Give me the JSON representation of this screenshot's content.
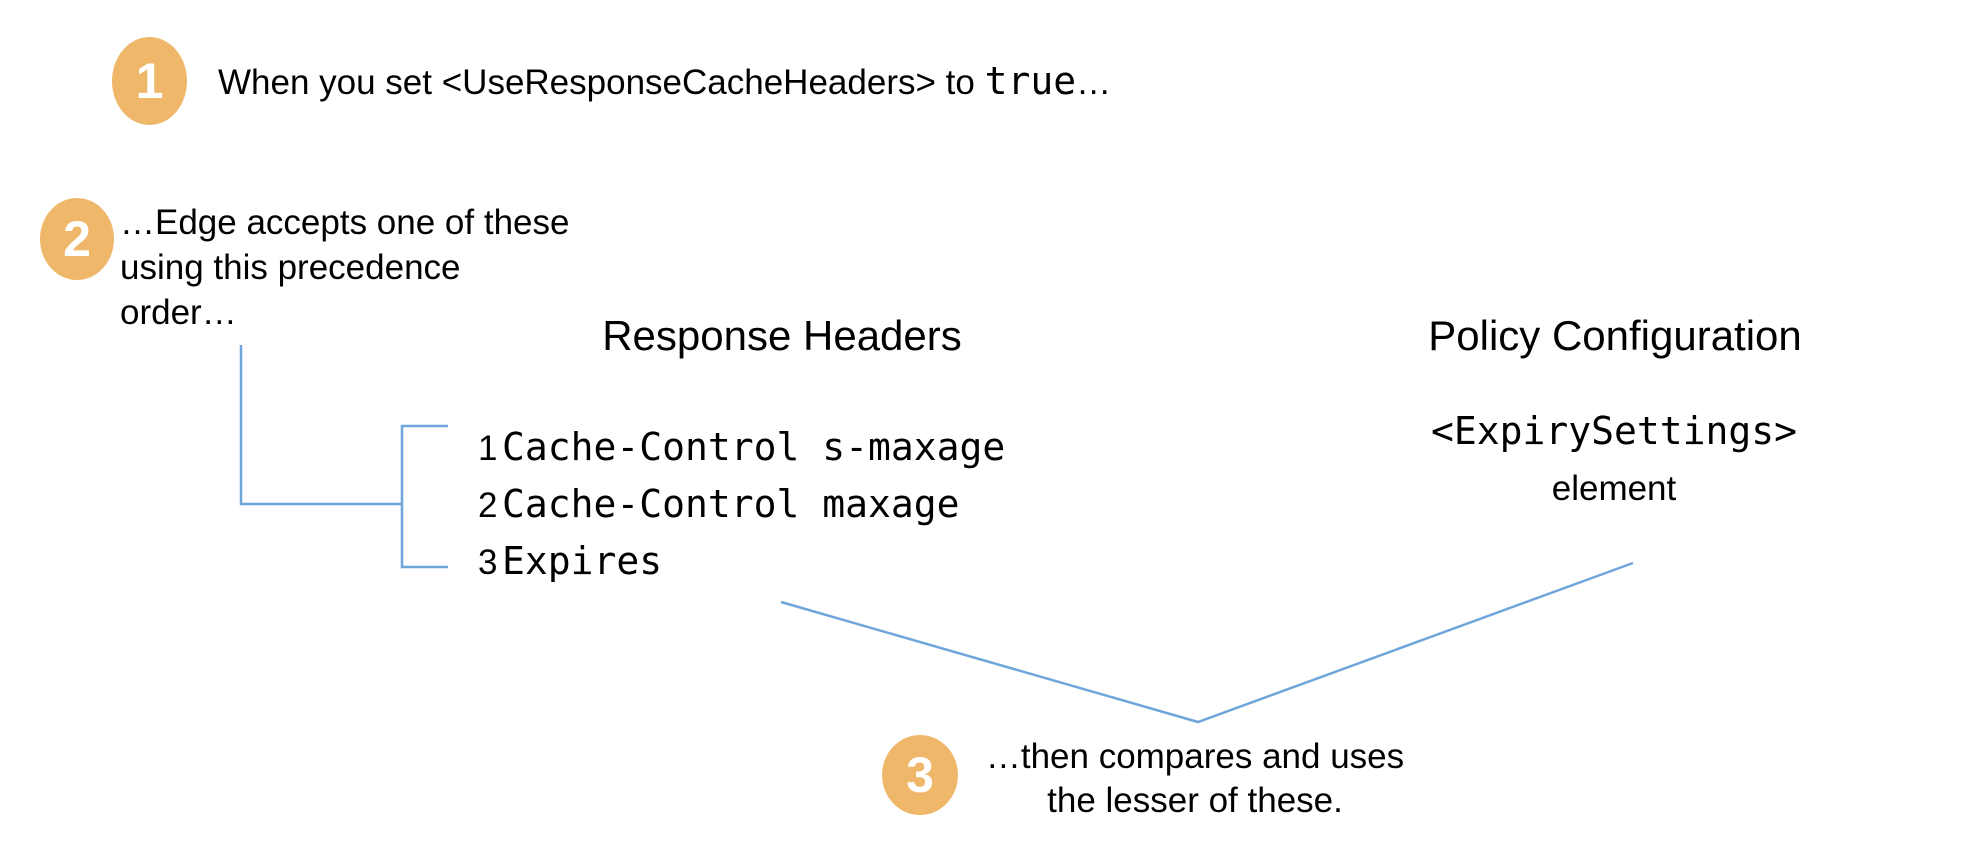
{
  "colors": {
    "accent_orange": "#EFB76A",
    "line_blue": "#6FA5DB",
    "text": "#000000",
    "background": "#FFFFFF"
  },
  "steps": [
    {
      "number": "1",
      "text_before": "When you set <UseResponseCacheHeaders> to ",
      "text_code": "true",
      "text_after": "…"
    },
    {
      "number": "2",
      "lines": [
        "…Edge accepts one of these",
        "using this precedence",
        "order…"
      ]
    },
    {
      "number": "3",
      "lines": [
        "…then compares and uses",
        "the lesser of these."
      ]
    }
  ],
  "response_headers": {
    "title": "Response Headers",
    "items": [
      {
        "rank": "1",
        "name": "Cache-Control s-maxage"
      },
      {
        "rank": "2",
        "name": "Cache-Control maxage"
      },
      {
        "rank": "3",
        "name": "Expires"
      }
    ]
  },
  "policy_configuration": {
    "title": "Policy Configuration",
    "code": "<ExpirySettings>",
    "caption": "element"
  }
}
